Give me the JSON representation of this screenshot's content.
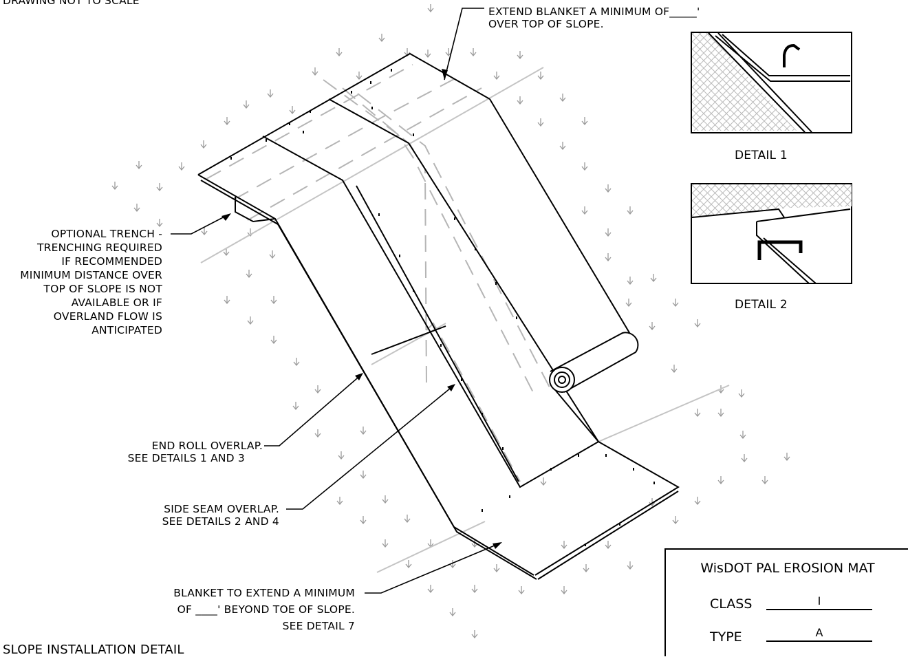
{
  "header_note": "DRAWING NOT TO SCALE",
  "footer_title": "SLOPE INSTALLATION DETAIL",
  "callouts": {
    "extend_top": [
      "EXTEND BLANKET A MINIMUM OF_____'",
      "OVER TOP OF SLOPE."
    ],
    "optional_trench": [
      "OPTIONAL TRENCH -",
      "TRENCHING REQUIRED",
      "IF RECOMMENDED",
      "MINIMUM DISTANCE OVER",
      "TOP OF SLOPE IS NOT",
      "AVAILABLE OR IF",
      "OVERLAND FLOW IS",
      "ANTICIPATED"
    ],
    "end_roll": [
      "END ROLL OVERLAP.",
      "SEE DETAILS 1 AND 3"
    ],
    "side_seam": [
      "SIDE SEAM OVERLAP.",
      "SEE DETAILS 2 AND 4"
    ],
    "toe": [
      "BLANKET TO EXTEND A MINIMUM",
      "OF ____' BEYOND TOE OF SLOPE.",
      "SEE DETAIL 7"
    ]
  },
  "details": {
    "detail1": "DETAIL 1",
    "detail2": "DETAIL 2"
  },
  "title_block": {
    "heading": "WisDOT PAL EROSION MAT",
    "class_label": "CLASS",
    "class_value": "I",
    "type_label": "TYPE",
    "type_value": "A"
  },
  "icons": {
    "vegetation": "grass-arrow-icon",
    "staple": "staple-icon",
    "roll": "blanket-roll-icon"
  }
}
